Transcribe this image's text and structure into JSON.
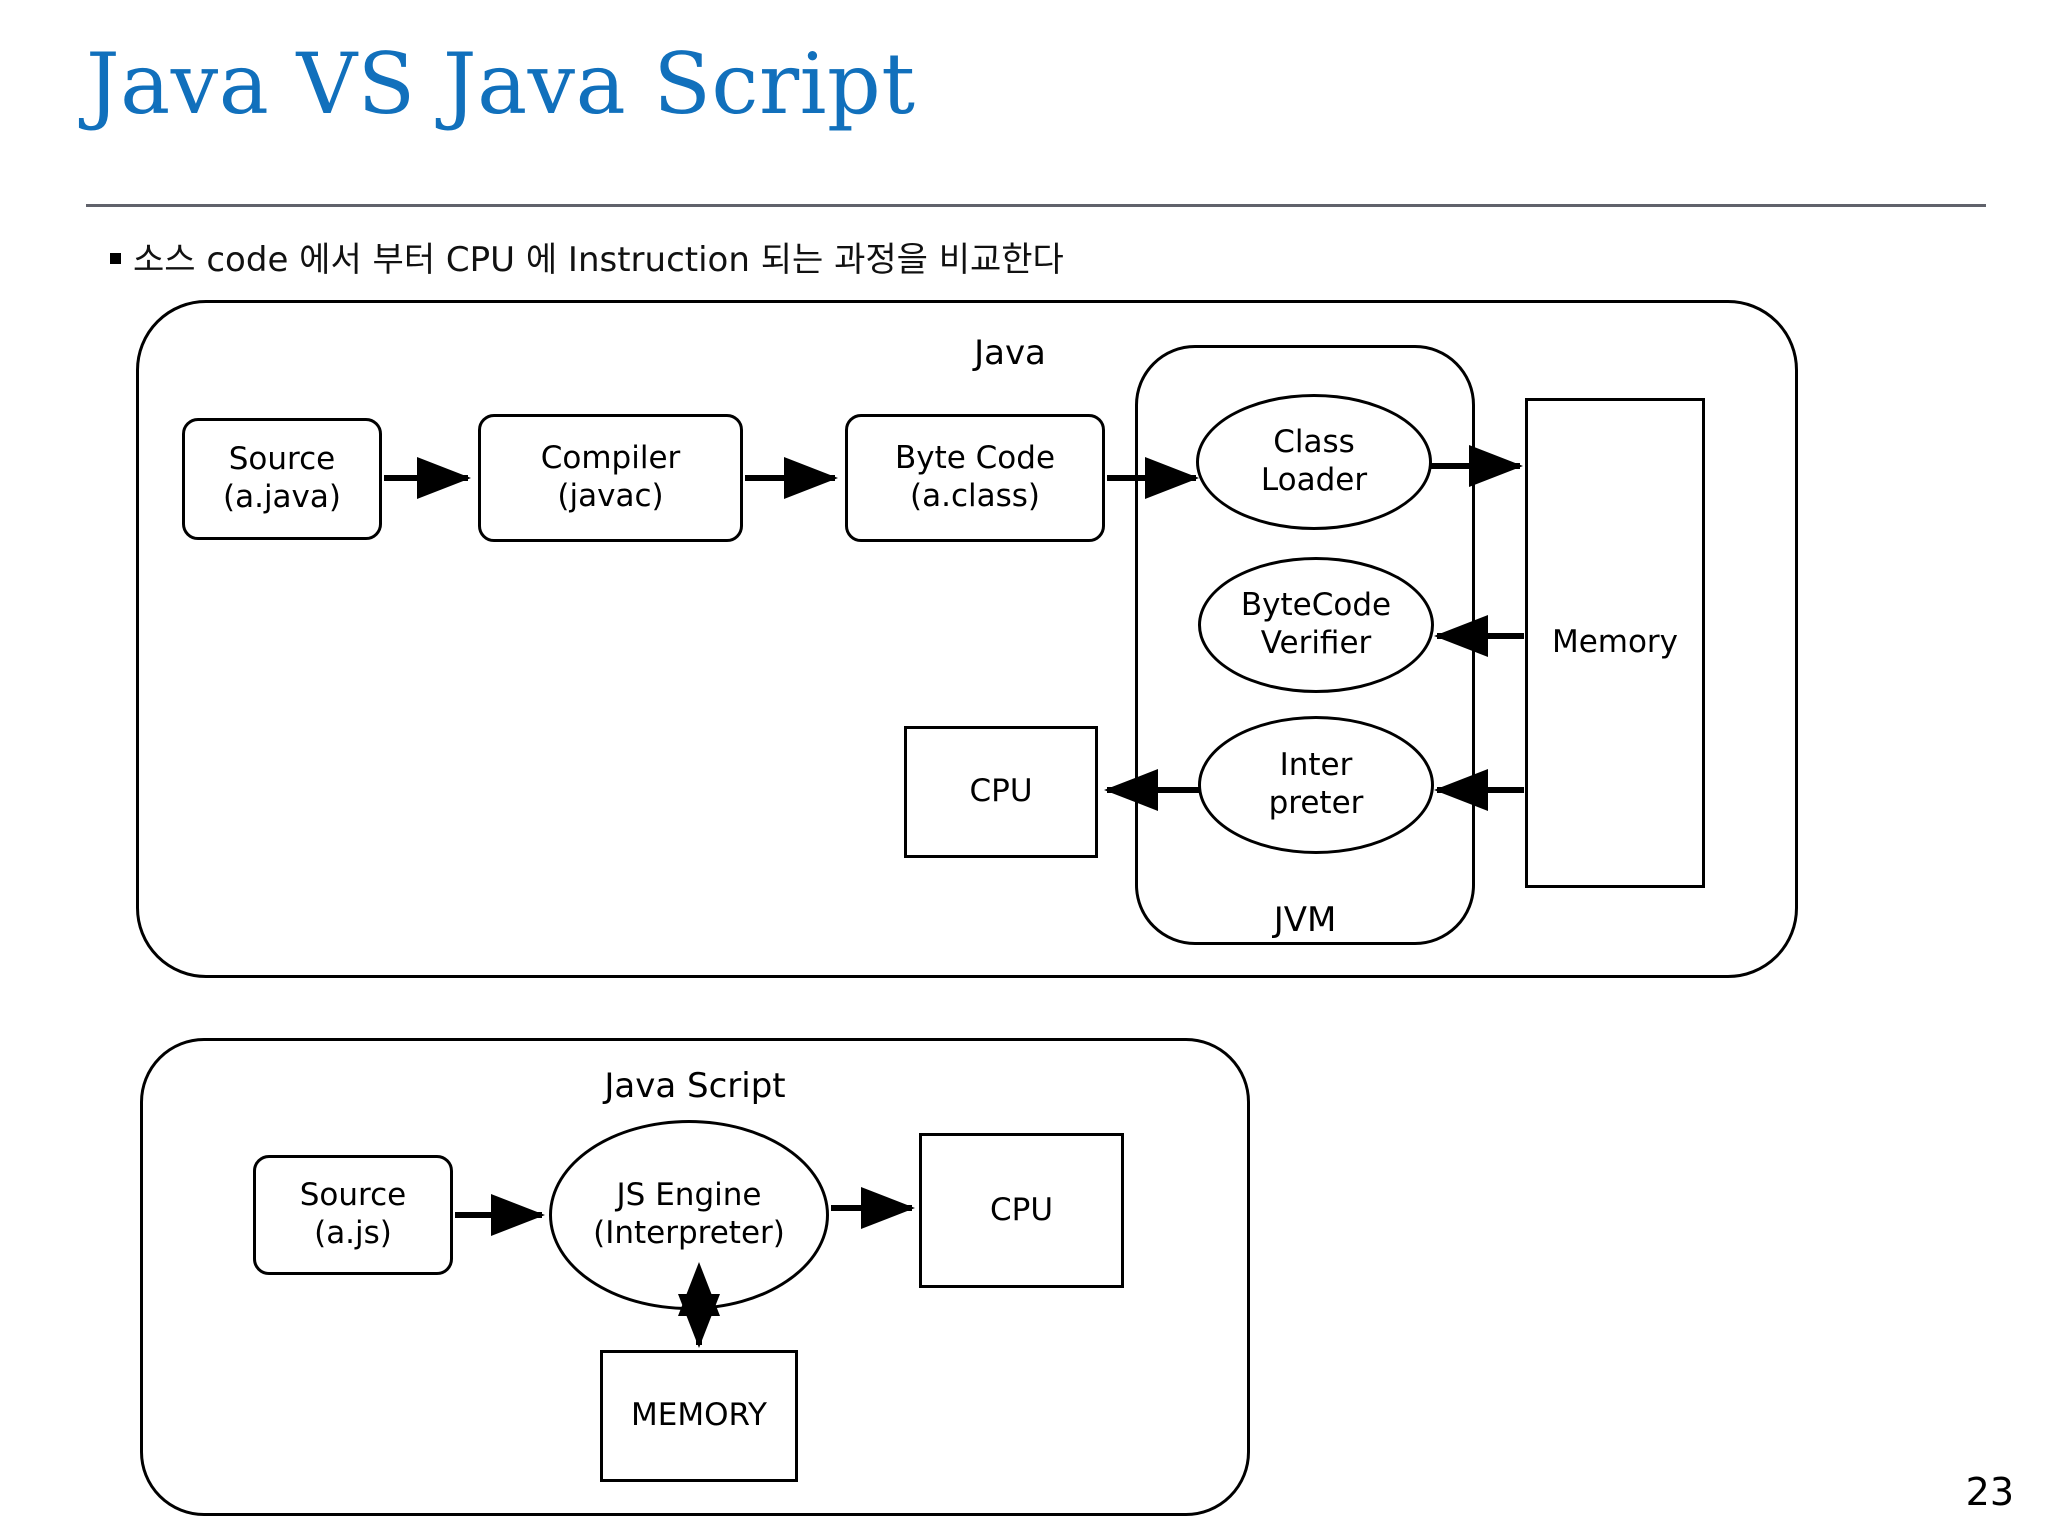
{
  "slide": {
    "title": "Java VS Java Script",
    "title_color": "#1170BC",
    "bullet": "소스 code 에서 부터 CPU 에 Instruction 되는 과정을 비교한다",
    "bullet_marker": "square-bullet-icon",
    "page_number": "23"
  },
  "java": {
    "group_label": "Java",
    "jvm_label": "JVM",
    "nodes": {
      "source": {
        "line1": "Source",
        "line2": "(a.java)"
      },
      "compiler": {
        "line1": "Compiler",
        "line2": "(javac)"
      },
      "bytecode": {
        "line1": "Byte Code",
        "line2": "(a.class)"
      },
      "class_loader": {
        "line1": "Class",
        "line2": "Loader"
      },
      "verifier": {
        "line1": "ByteCode",
        "line2": "Verifier"
      },
      "interpreter": {
        "line1": "Inter",
        "line2": "preter"
      },
      "memory": {
        "line1": "Memory"
      },
      "cpu": {
        "line1": "CPU"
      }
    },
    "arrows": [
      {
        "from": "source",
        "to": "compiler",
        "direction": "right"
      },
      {
        "from": "compiler",
        "to": "bytecode",
        "direction": "right"
      },
      {
        "from": "bytecode",
        "to": "class_loader",
        "direction": "right"
      },
      {
        "from": "class_loader",
        "to": "memory",
        "direction": "right"
      },
      {
        "from": "memory",
        "to": "verifier",
        "direction": "left"
      },
      {
        "from": "memory",
        "to": "interpreter",
        "direction": "left"
      },
      {
        "from": "interpreter",
        "to": "cpu",
        "direction": "left"
      }
    ]
  },
  "javascript": {
    "group_label": "Java Script",
    "nodes": {
      "source": {
        "line1": "Source",
        "line2": "(a.js)"
      },
      "engine": {
        "line1": "JS Engine",
        "line2": "(Interpreter)"
      },
      "cpu": {
        "line1": "CPU"
      },
      "memory": {
        "line1": "MEMORY"
      }
    },
    "arrows": [
      {
        "from": "source",
        "to": "engine",
        "direction": "right"
      },
      {
        "from": "engine",
        "to": "cpu",
        "direction": "right"
      },
      {
        "from": "engine",
        "to": "memory",
        "direction": "both"
      }
    ]
  }
}
